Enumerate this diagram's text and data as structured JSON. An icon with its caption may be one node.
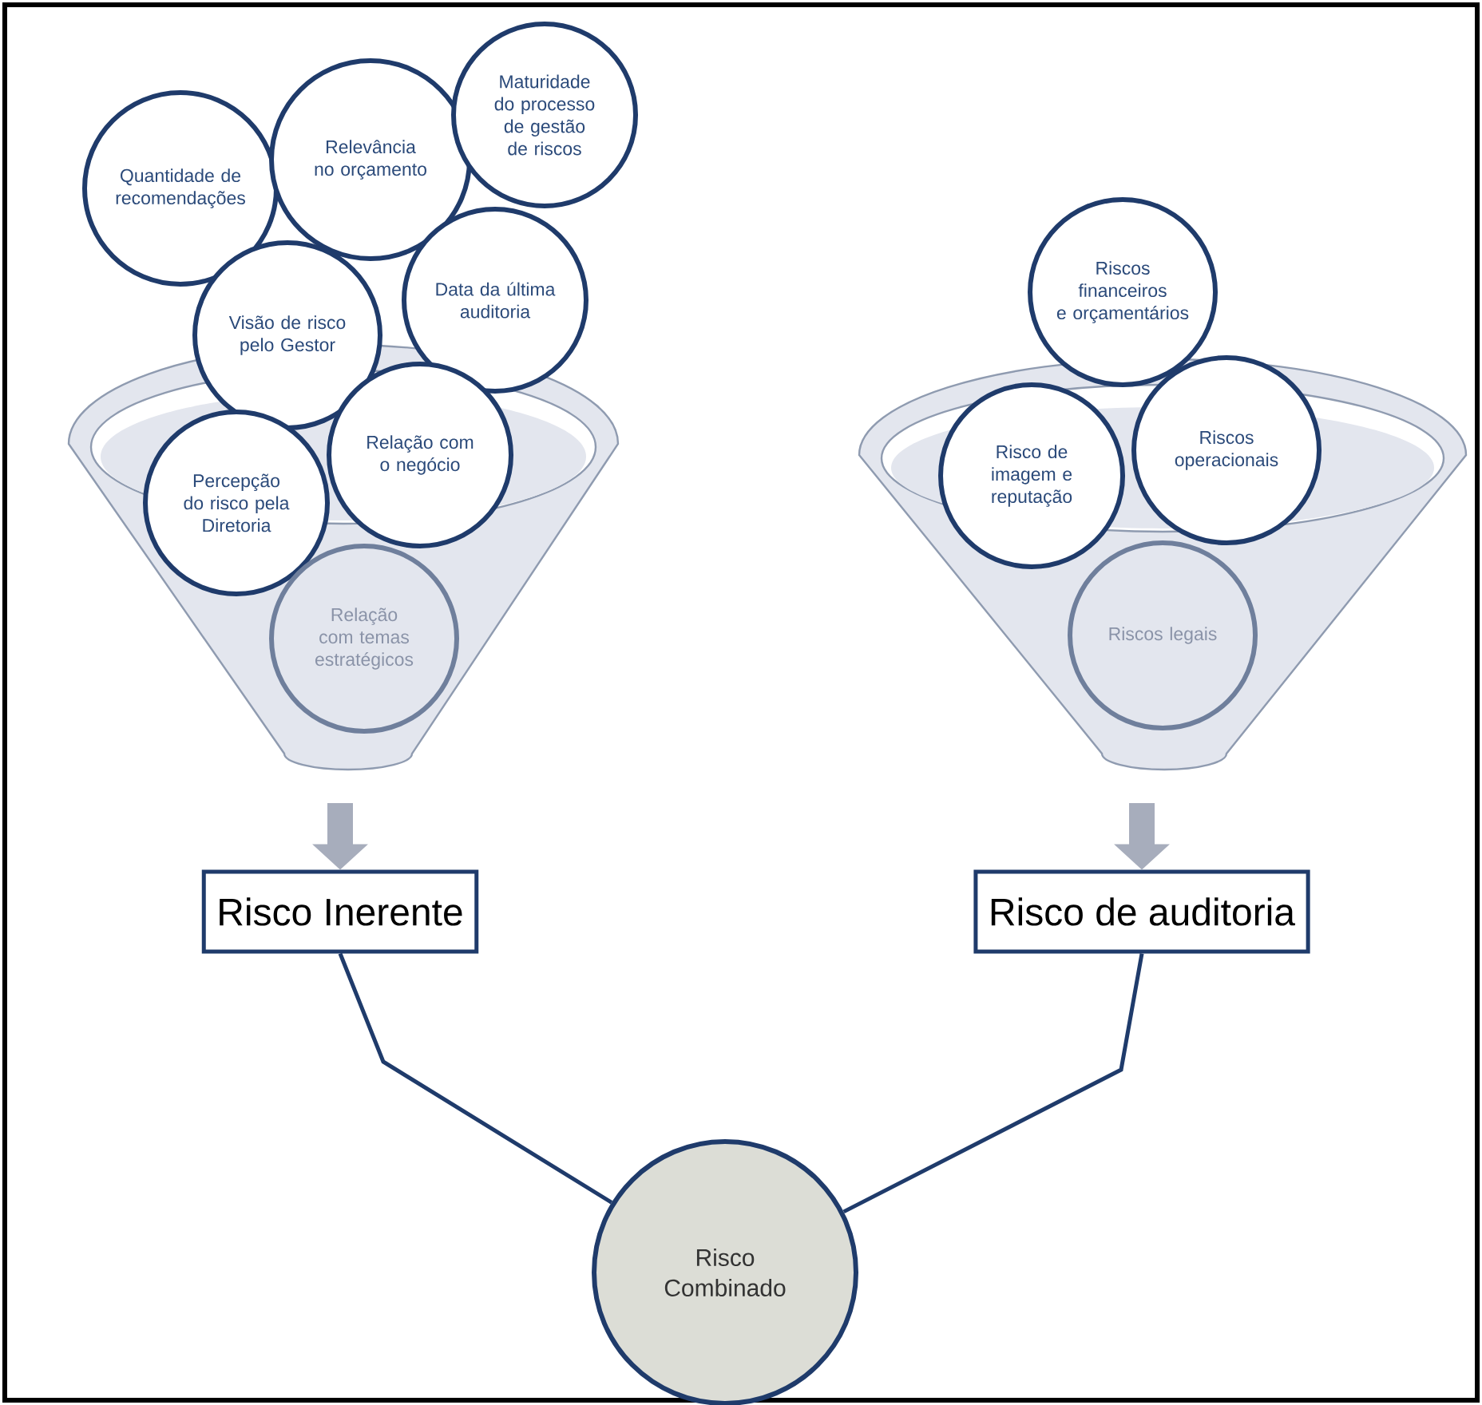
{
  "diagram": {
    "nodes": [
      {
        "text": [
          "Quantidade de recomendações"
        ]
      },
      {
        "text": [
          "Relevância no orçamento"
        ]
      },
      {
        "text": [
          "Maturidade do processo de gestão de riscos"
        ]
      },
      {
        "text": [
          "Visão de risco pelo Gestor"
        ]
      },
      {
        "text": [
          "Data da última auditoria"
        ]
      },
      {
        "text": [
          "Percepção do risco pela Diretoria"
        ]
      },
      {
        "text": [
          "Relação com o negócio"
        ]
      },
      {
        "text": [
          "Relação com temas estratégicos"
        ]
      },
      {
        "text": [
          "Riscos financeiros e orçamentários"
        ]
      },
      {
        "text": [
          "Risco de imagem e reputação"
        ]
      },
      {
        "text": [
          "Riscos operacionais"
        ]
      },
      {
        "text": [
          "Riscos legais"
        ]
      },
      {
        "text": [
          "Risco Inerente"
        ]
      },
      {
        "text": [
          "Risco de auditoria"
        ]
      },
      {
        "text": [
          "Risco Combinado"
        ]
      }
    ],
    "edges": [
      {
        "from": null,
        "to": 12,
        "arrow": "to",
        "style": "thick",
        "color": "#a7adbc"
      },
      {
        "from": null,
        "to": 13,
        "arrow": "to",
        "style": "thick",
        "color": "#a7adbc"
      },
      {
        "from": 12,
        "to": 14,
        "arrow": "none",
        "color": "#1f3b6b"
      },
      {
        "from": 13,
        "to": 14,
        "arrow": "none",
        "color": "#1f3b6b"
      }
    ]
  }
}
